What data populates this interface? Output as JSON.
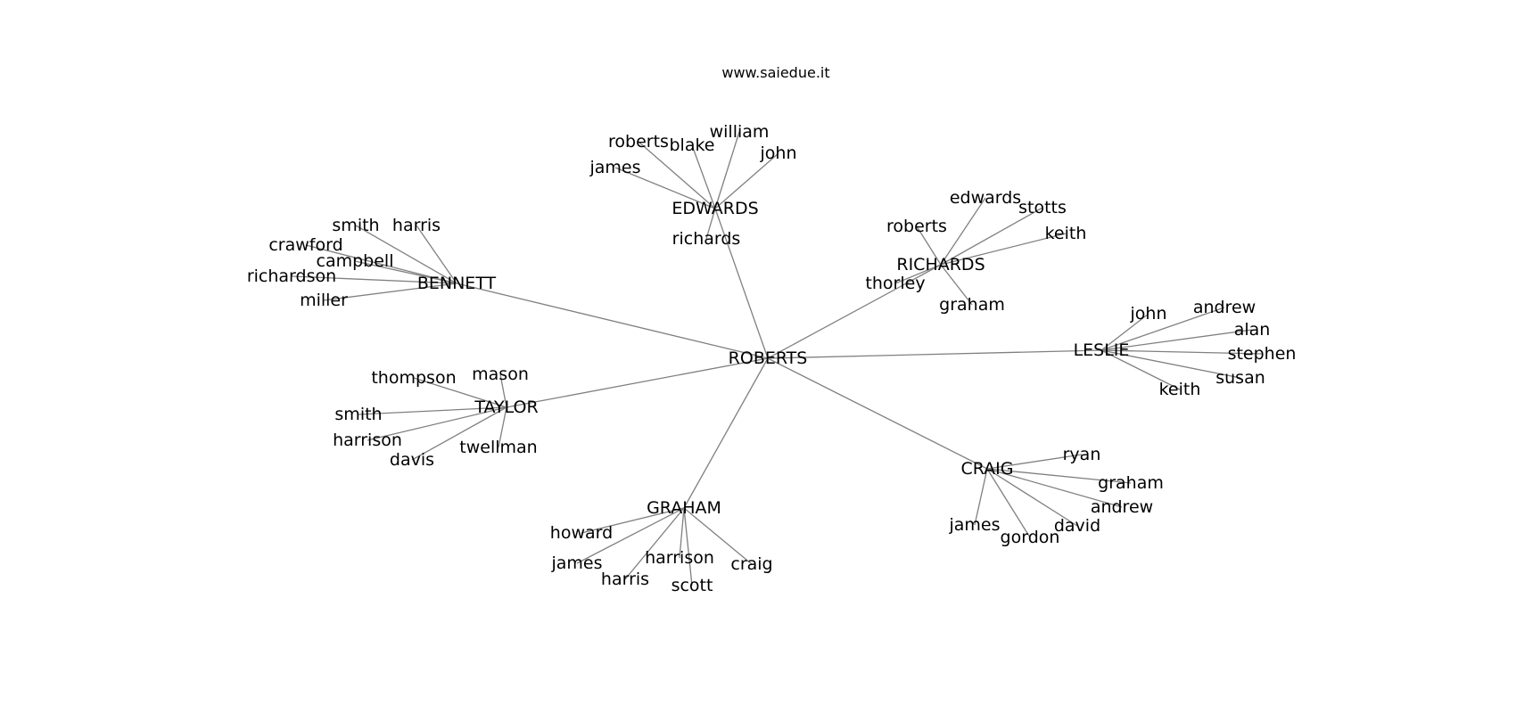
{
  "title": "www.saiedue.it",
  "colors": {
    "edge": "#808080",
    "label": "#000000",
    "background": "#ffffff"
  },
  "graph": {
    "root": "ROBERTS",
    "groups": [
      {
        "name": "EDWARDS",
        "children": [
          "roberts",
          "blake",
          "william",
          "john",
          "james",
          "richards"
        ]
      },
      {
        "name": "BENNETT",
        "children": [
          "smith",
          "harris",
          "crawford",
          "campbell",
          "richardson",
          "miller"
        ]
      },
      {
        "name": "RICHARDS",
        "children": [
          "edwards",
          "stotts",
          "roberts",
          "keith",
          "thorley",
          "graham"
        ]
      },
      {
        "name": "LESLIE",
        "children": [
          "john",
          "andrew",
          "alan",
          "stephen",
          "susan",
          "keith"
        ]
      },
      {
        "name": "TAYLOR",
        "children": [
          "thompson",
          "mason",
          "smith",
          "harrison",
          "davis",
          "twellman"
        ]
      },
      {
        "name": "CRAIG",
        "children": [
          "ryan",
          "graham",
          "andrew",
          "david",
          "gordon",
          "james"
        ]
      },
      {
        "name": "GRAHAM",
        "children": [
          "howard",
          "james",
          "harrison",
          "harris",
          "scott",
          "craig"
        ]
      }
    ]
  }
}
